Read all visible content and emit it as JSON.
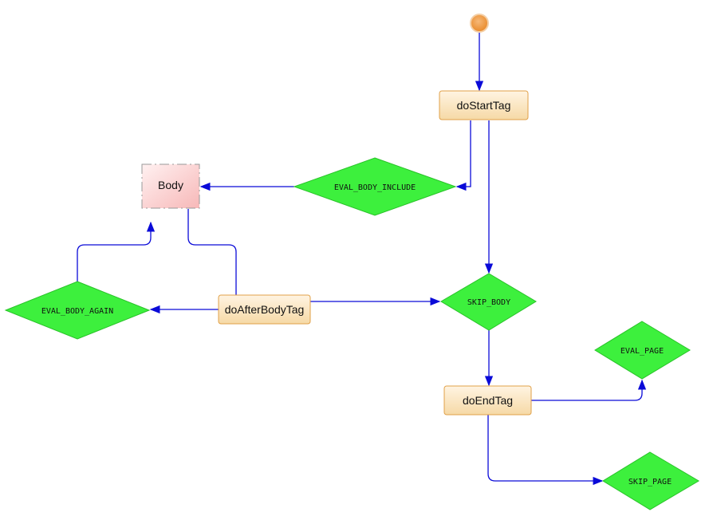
{
  "diagram": {
    "type": "flowchart",
    "nodes": [
      {
        "id": "start",
        "shape": "start-circle",
        "label": ""
      },
      {
        "id": "doStartTag",
        "shape": "process",
        "label": "doStartTag"
      },
      {
        "id": "EVAL_BODY_INCLUDE",
        "shape": "decision",
        "label": "EVAL_BODY_INCLUDE"
      },
      {
        "id": "Body",
        "shape": "dashed-box",
        "label": "Body"
      },
      {
        "id": "doAfterBodyTag",
        "shape": "process",
        "label": "doAfterBodyTag"
      },
      {
        "id": "EVAL_BODY_AGAIN",
        "shape": "decision",
        "label": "EVAL_BODY_AGAIN"
      },
      {
        "id": "SKIP_BODY",
        "shape": "decision",
        "label": "SKIP_BODY"
      },
      {
        "id": "doEndTag",
        "shape": "process",
        "label": "doEndTag"
      },
      {
        "id": "EVAL_PAGE",
        "shape": "decision",
        "label": "EVAL_PAGE"
      },
      {
        "id": "SKIP_PAGE",
        "shape": "decision",
        "label": "SKIP_PAGE"
      }
    ],
    "edges": [
      {
        "from": "start",
        "to": "doStartTag"
      },
      {
        "from": "doStartTag",
        "to": "EVAL_BODY_INCLUDE"
      },
      {
        "from": "doStartTag",
        "to": "SKIP_BODY"
      },
      {
        "from": "EVAL_BODY_INCLUDE",
        "to": "Body"
      },
      {
        "from": "Body",
        "to": "doAfterBodyTag"
      },
      {
        "from": "doAfterBodyTag",
        "to": "EVAL_BODY_AGAIN"
      },
      {
        "from": "EVAL_BODY_AGAIN",
        "to": "Body"
      },
      {
        "from": "doAfterBodyTag",
        "to": "SKIP_BODY"
      },
      {
        "from": "SKIP_BODY",
        "to": "doEndTag"
      },
      {
        "from": "doEndTag",
        "to": "EVAL_PAGE"
      },
      {
        "from": "doEndTag",
        "to": "SKIP_PAGE"
      }
    ]
  },
  "colors": {
    "edge": "#0a0ad8",
    "process_fill_top": "#fff4e2",
    "process_fill_bottom": "#f6d9a6",
    "process_stroke": "#e0a048",
    "decision_fill": "#3df03d",
    "decision_stroke": "#29c229",
    "body_fill_top": "#ffe9e9",
    "body_fill_bottom": "#f9bcbc",
    "start_fill": "#ef9a3e"
  }
}
